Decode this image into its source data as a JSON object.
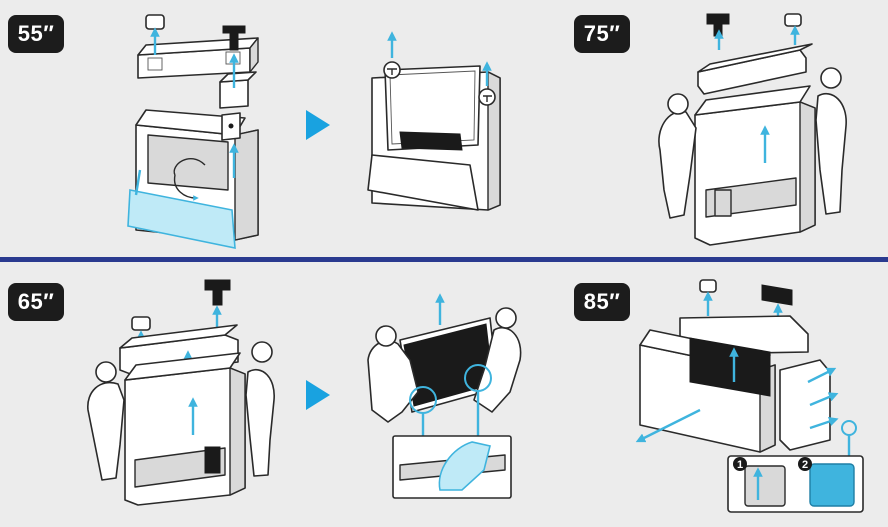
{
  "sections": [
    {
      "id": "55",
      "label": "55″"
    },
    {
      "id": "75",
      "label": "75″"
    },
    {
      "id": "65",
      "label": "65″"
    },
    {
      "id": "85",
      "label": "85″"
    }
  ],
  "step_markers": [
    "1",
    "2"
  ],
  "colors": {
    "accent": "#3fb4de",
    "play_arrow": "#19a2e0",
    "badge": "#1c1c1c",
    "divider": "#2a3a8f",
    "background": "#ececec"
  }
}
